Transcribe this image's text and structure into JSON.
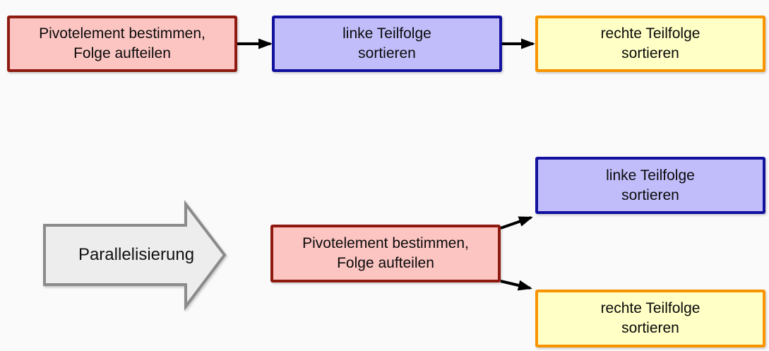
{
  "colors": {
    "background": "#FAFAFA",
    "pink_fill": "#FCC5C2",
    "red_border": "#8E1A10",
    "purple_fill": "#C1BDFB",
    "blue_border": "#11119E",
    "yellow_fill": "#FFFFC6",
    "orange_border": "#F79400",
    "gray_arrow_fill": "#EDEDED",
    "gray_arrow_border": "#8B8B8B",
    "connector": "#000000",
    "text": "#0A0A0A"
  },
  "sequential_flow": {
    "step1_label": "Pivotelement bestimmen,\nFolge aufteilen",
    "step2_label": "linke Teilfolge\nsortieren",
    "step3_label": "rechte Teilfolge\nsortieren"
  },
  "transform_arrow": {
    "label": "Parallelisierung"
  },
  "parallel_flow": {
    "root_label": "Pivotelement bestimmen,\nFolge aufteilen",
    "upper_branch_label": "linke Teilfolge\nsortieren",
    "lower_branch_label": "rechte Teilfolge\nsortieren"
  }
}
